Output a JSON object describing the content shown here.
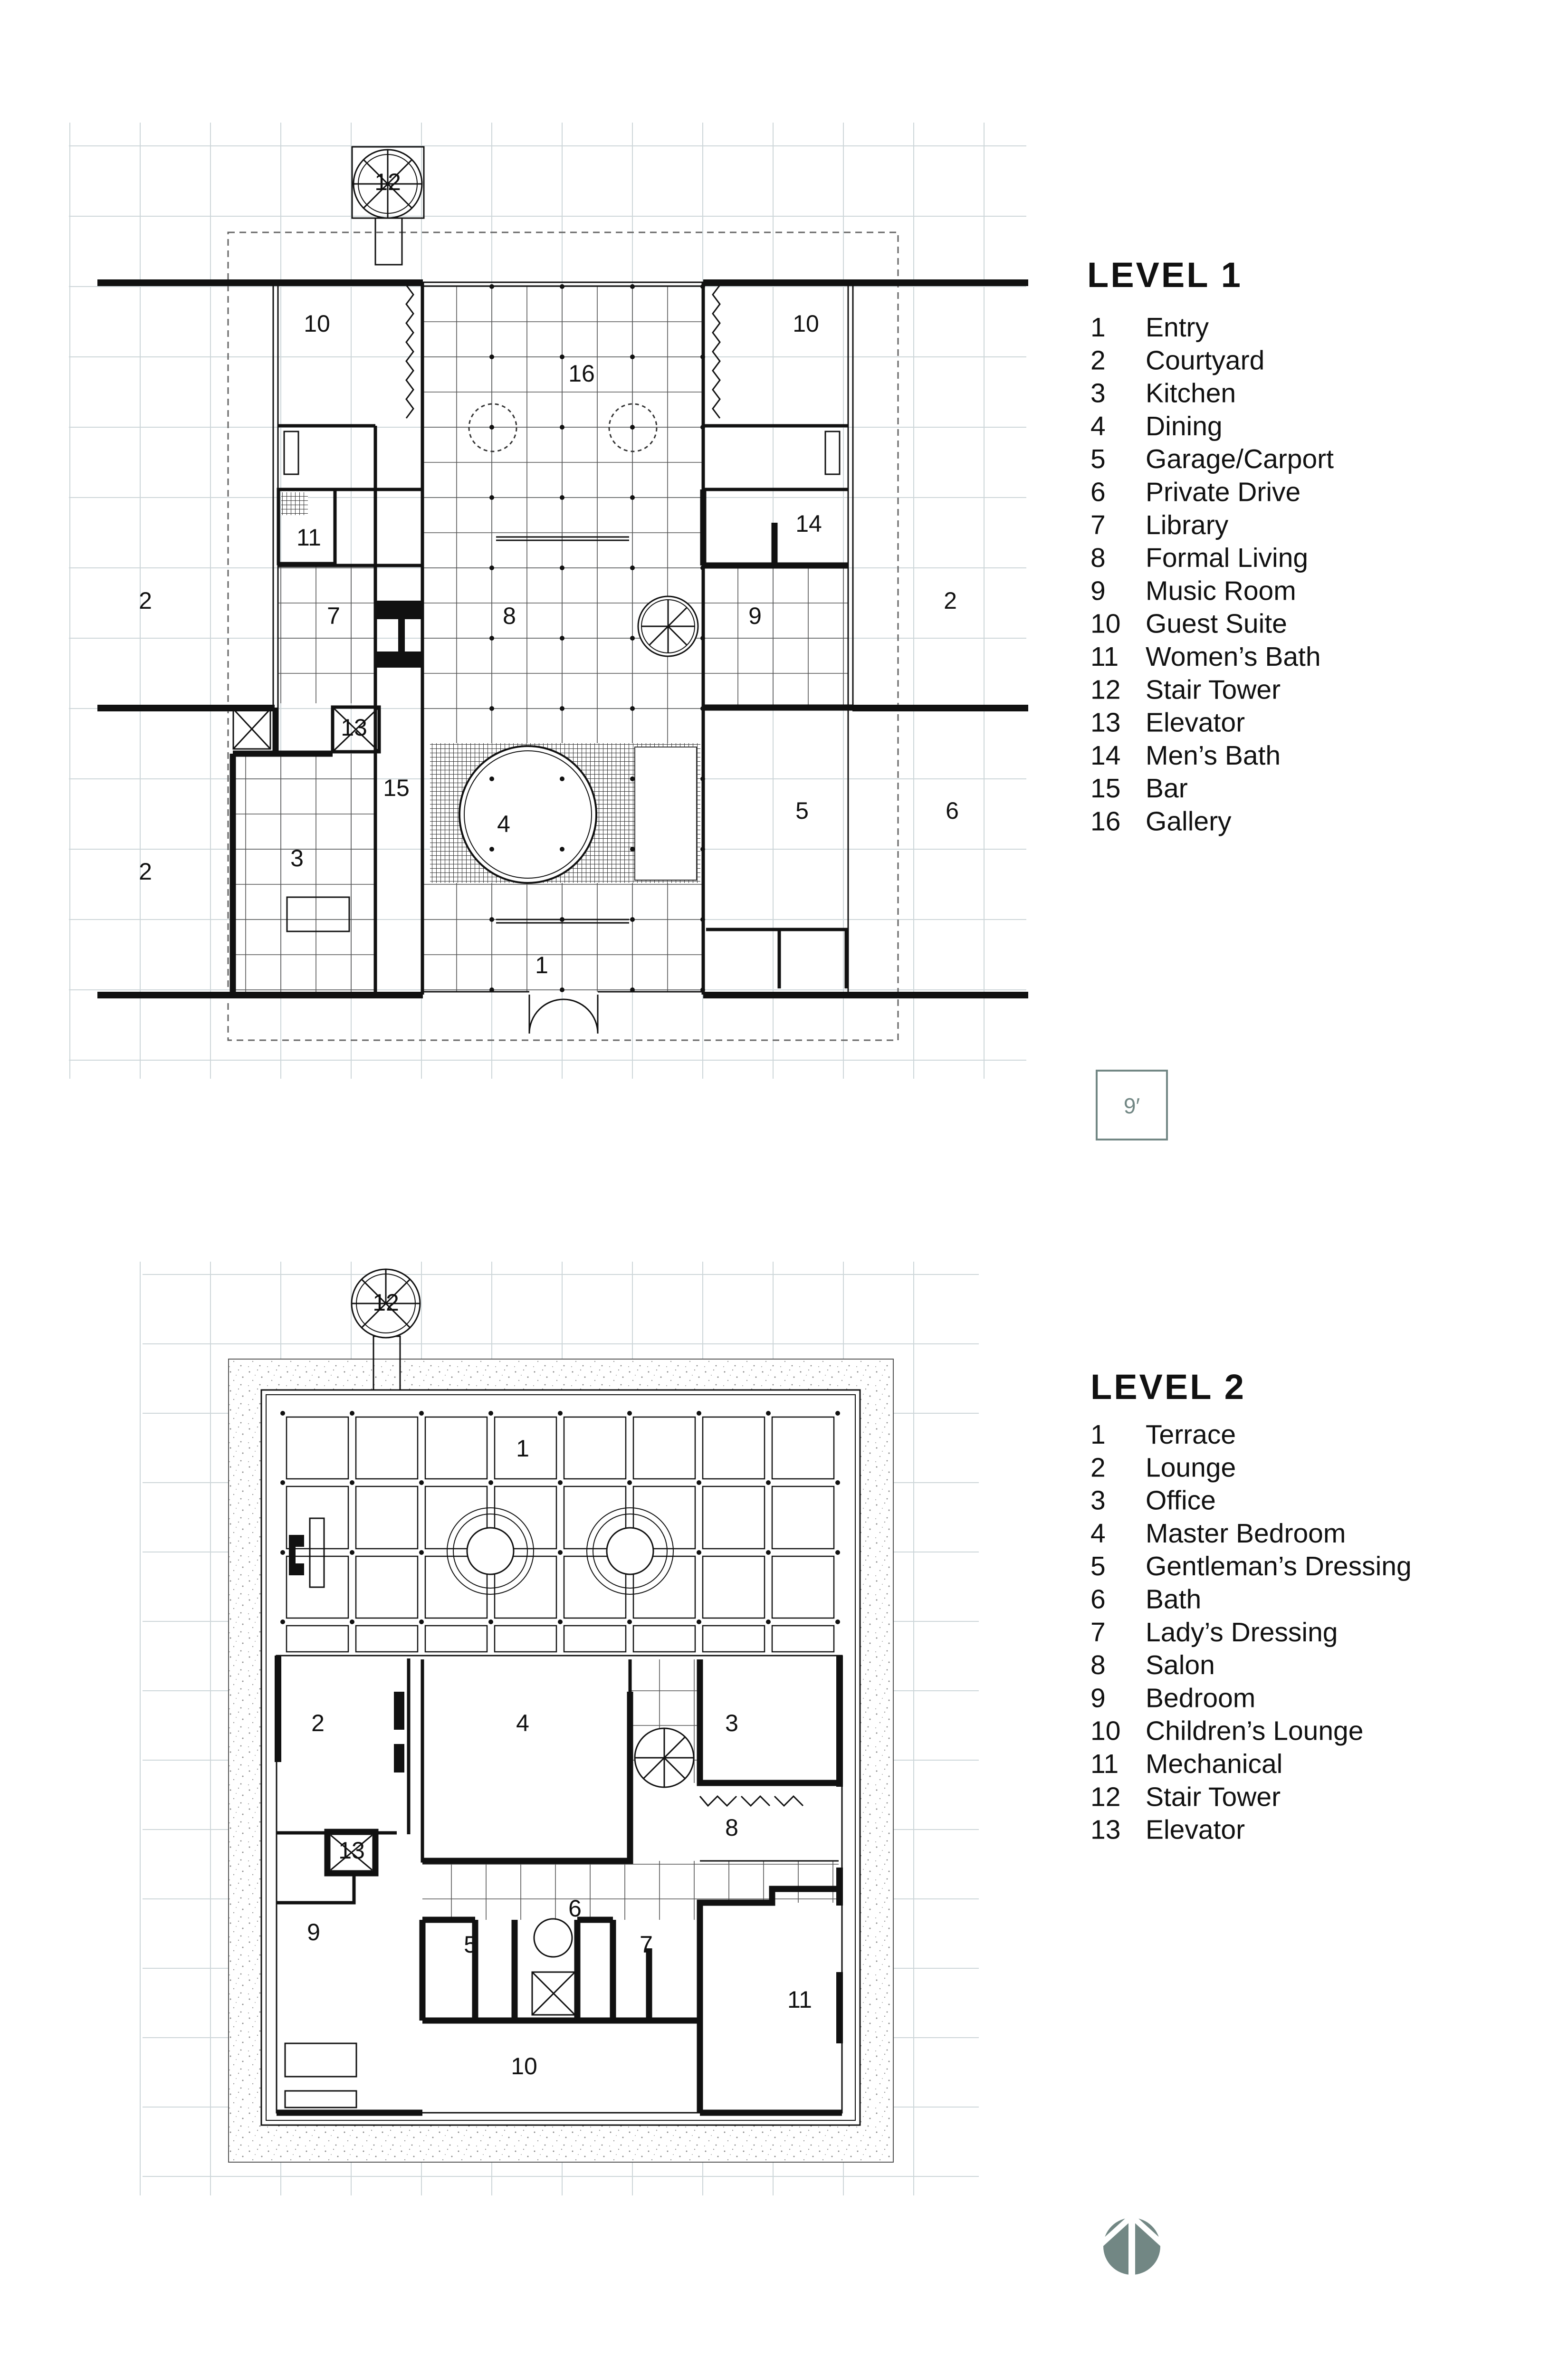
{
  "level1": {
    "title": "LEVEL 1",
    "legend": [
      {
        "num": "1",
        "name": "Entry"
      },
      {
        "num": "2",
        "name": "Courtyard"
      },
      {
        "num": "3",
        "name": "Kitchen"
      },
      {
        "num": "4",
        "name": "Dining"
      },
      {
        "num": "5",
        "name": "Garage/Carport"
      },
      {
        "num": "6",
        "name": "Private Drive"
      },
      {
        "num": "7",
        "name": "Library"
      },
      {
        "num": "8",
        "name": "Formal Living"
      },
      {
        "num": "9",
        "name": "Music Room"
      },
      {
        "num": "10",
        "name": "Guest Suite"
      },
      {
        "num": "11",
        "name": "Women’s Bath"
      },
      {
        "num": "12",
        "name": "Stair Tower"
      },
      {
        "num": "13",
        "name": "Elevator"
      },
      {
        "num": "14",
        "name": "Men’s Bath"
      },
      {
        "num": "15",
        "name": "Bar"
      },
      {
        "num": "16",
        "name": "Gallery"
      }
    ],
    "plan_labels": [
      "12",
      "10",
      "10",
      "16",
      "11",
      "14",
      "2",
      "7",
      "8",
      "9",
      "2",
      "13",
      "15",
      "5",
      "6",
      "4",
      "3",
      "2",
      "1"
    ]
  },
  "level2": {
    "title": "LEVEL 2",
    "legend": [
      {
        "num": "1",
        "name": "Terrace"
      },
      {
        "num": "2",
        "name": "Lounge"
      },
      {
        "num": "3",
        "name": "Office"
      },
      {
        "num": "4",
        "name": "Master Bedroom"
      },
      {
        "num": "5",
        "name": "Gentleman’s Dressing"
      },
      {
        "num": "6",
        "name": "Bath"
      },
      {
        "num": "7",
        "name": "Lady’s Dressing"
      },
      {
        "num": "8",
        "name": "Salon"
      },
      {
        "num": "9",
        "name": "Bedroom"
      },
      {
        "num": "10",
        "name": "Children’s Lounge"
      },
      {
        "num": "11",
        "name": "Mechanical"
      },
      {
        "num": "12",
        "name": "Stair Tower"
      },
      {
        "num": "13",
        "name": "Elevator"
      }
    ],
    "plan_labels": [
      "12",
      "1",
      "2",
      "4",
      "3",
      "8",
      "13",
      "6",
      "9",
      "5",
      "7",
      "11",
      "10"
    ]
  },
  "scale_bar": {
    "label": "9′"
  },
  "north_arrow": {
    "icon": "north-arrow-icon"
  },
  "colors": {
    "ink": "#111111",
    "grid": "#cdd6d9",
    "accent_grey": "#728784"
  }
}
